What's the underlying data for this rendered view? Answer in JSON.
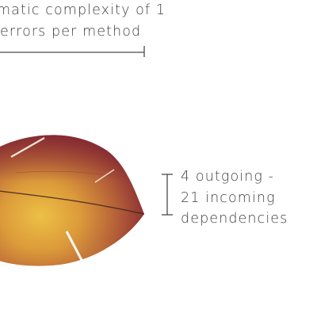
{
  "annotations": {
    "top": {
      "line1": "matic complexity of 1",
      "line2": "errors per method"
    },
    "right": {
      "line1": "4 outgoing -",
      "line2": "21 incoming",
      "line3": "dependencies"
    }
  },
  "colors": {
    "leaf_dark": "#7a2131",
    "leaf_mid": "#a8463a",
    "leaf_light": "#e8b23c",
    "vein": "#3a2020",
    "bracket": "#4a4a4a"
  }
}
